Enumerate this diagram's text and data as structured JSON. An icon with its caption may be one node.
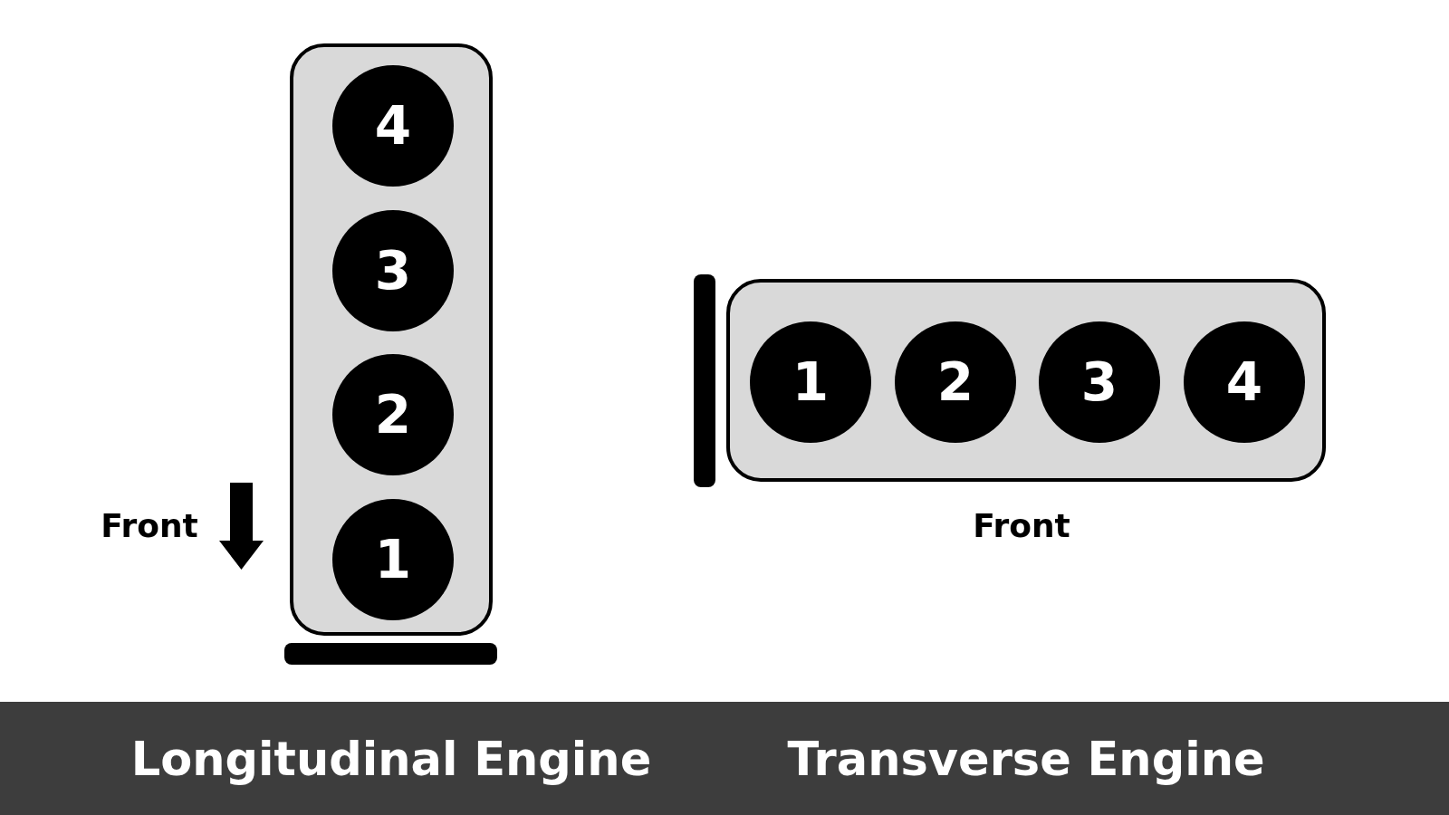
{
  "diagram": {
    "nodes": [
      {
        "text": [],
        "shape": "box"
      },
      {
        "text": [
          "4"
        ],
        "in": 0
      },
      {
        "text": [
          "3"
        ],
        "in": 0
      },
      {
        "text": [
          "2"
        ],
        "in": 0
      },
      {
        "text": [
          "1"
        ],
        "in": 0
      },
      {
        "text": [],
        "shape": "box"
      },
      {
        "text": [
          "1"
        ],
        "in": 5
      },
      {
        "text": [
          "2"
        ],
        "in": 5
      },
      {
        "text": [
          "3"
        ],
        "in": 5
      },
      {
        "text": [
          "4"
        ],
        "in": 5
      },
      {
        "text": [],
        "shape": "bar"
      },
      {
        "text": [],
        "shape": "bar"
      }
    ],
    "edges": [],
    "labels": [
      "Front",
      "Front",
      "Longitudinal Engine",
      "Transverse Engine"
    ]
  }
}
